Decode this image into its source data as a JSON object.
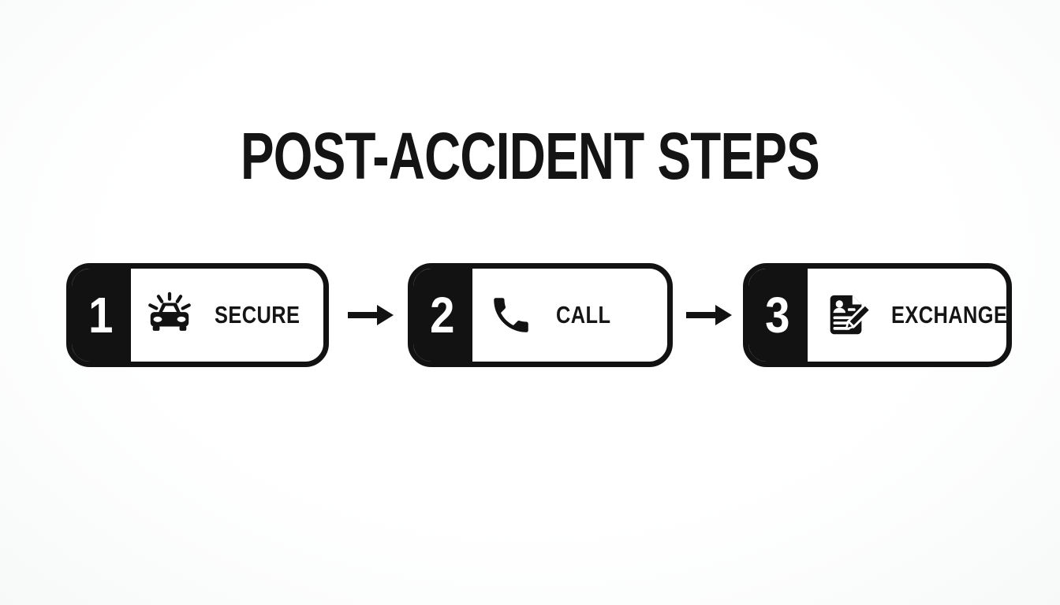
{
  "title": "POST-ACCIDENT STEPS",
  "steps": [
    {
      "number": "1",
      "label": "SECURE",
      "icon": "car-alert-icon"
    },
    {
      "number": "2",
      "label": "CALL",
      "icon": "phone-icon"
    },
    {
      "number": "3",
      "label": "EXCHANGE",
      "icon": "document-pencil-icon"
    }
  ],
  "connectors": [
    {
      "icon": "right-arrow-icon"
    },
    {
      "icon": "right-arrow-icon"
    }
  ],
  "colors": {
    "background": "#fbfdfd",
    "foreground": "#121212",
    "box_fill": "#ffffff",
    "number_badge_bg": "#121212",
    "number_badge_text": "#ffffff"
  }
}
